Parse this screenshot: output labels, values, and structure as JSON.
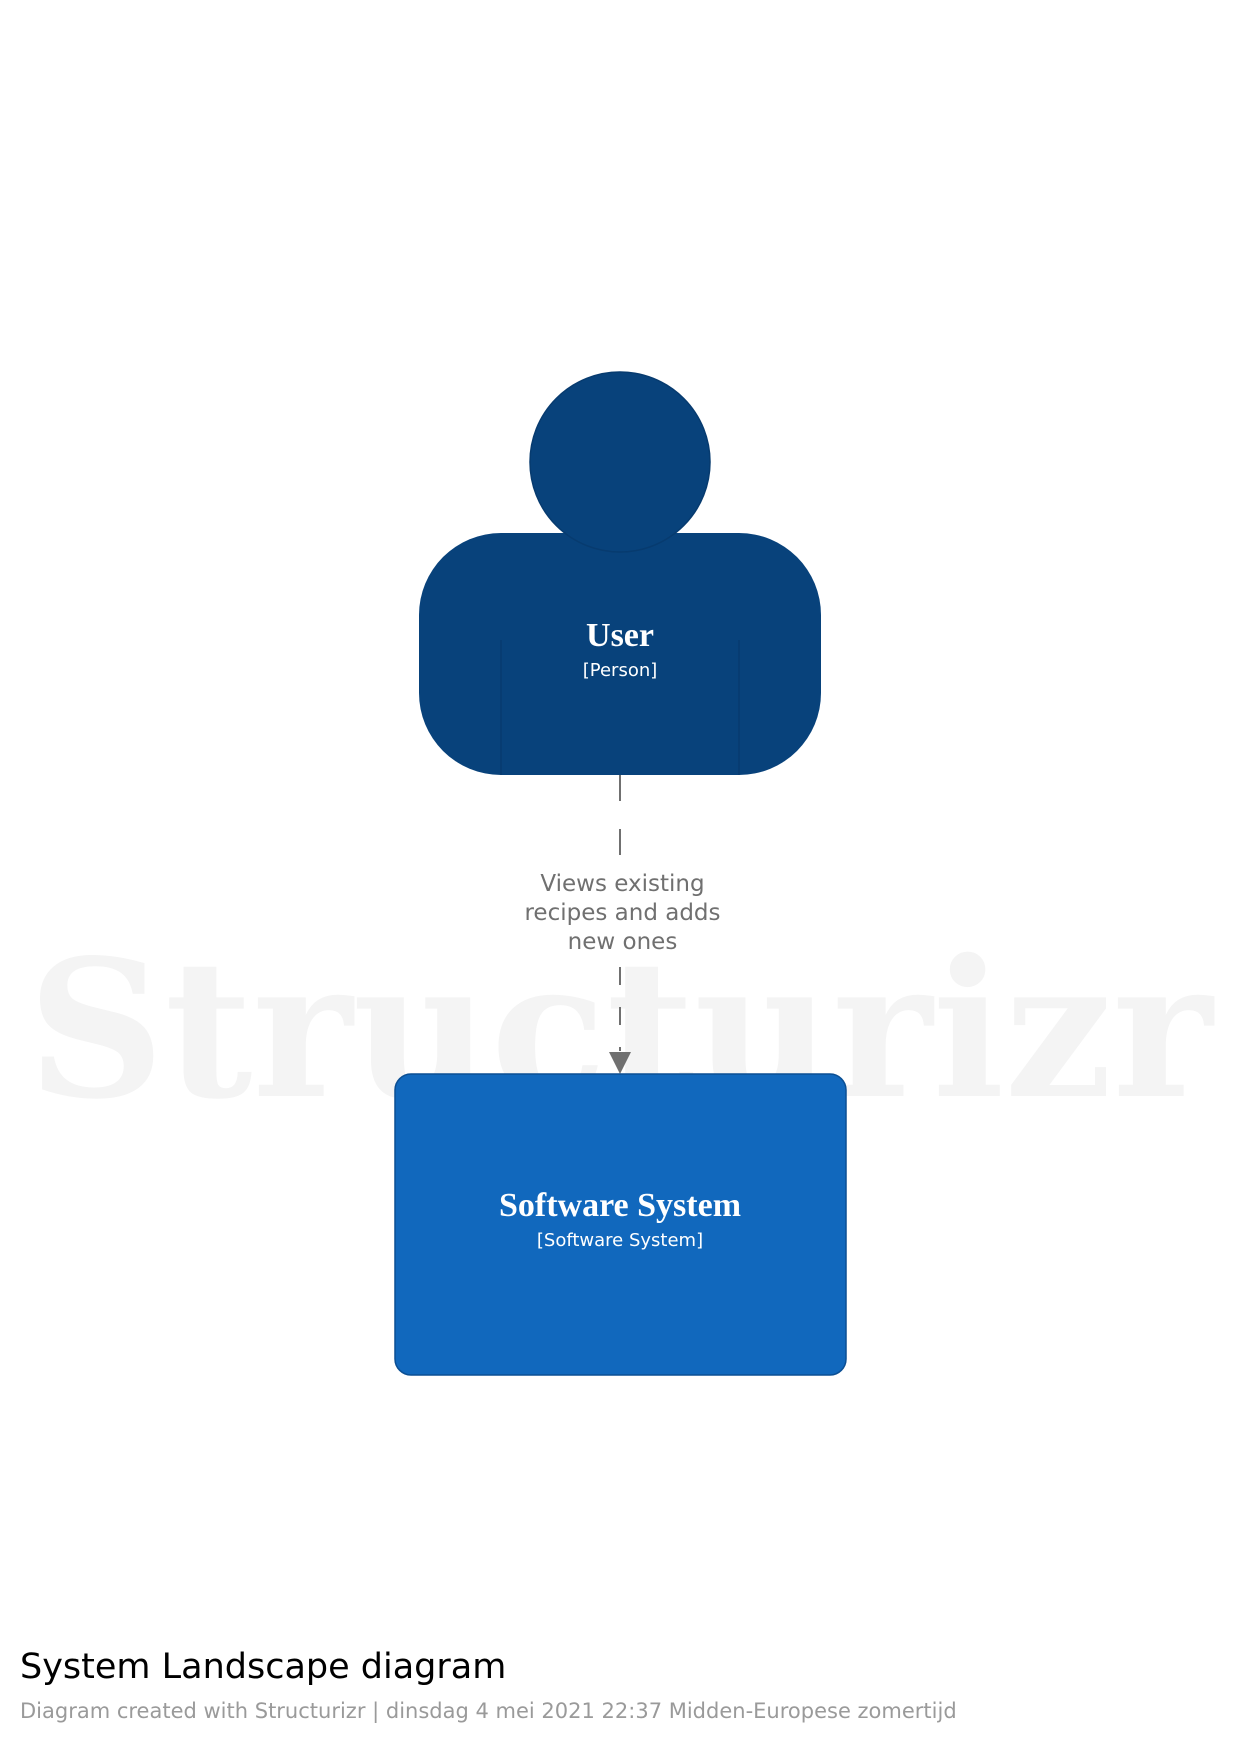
{
  "watermark": "Structurizr",
  "nodes": {
    "user": {
      "name": "User",
      "type": "[Person]",
      "color": "#08427b"
    },
    "software_system": {
      "name": "Software System",
      "type": "[Software System]",
      "color": "#1168bd"
    }
  },
  "relationship": {
    "description": "Views existing recipes and adds new ones",
    "description_lines": [
      "Views existing",
      "recipes and adds",
      "new ones"
    ],
    "color": "#707070",
    "style": "dashed"
  },
  "footer": {
    "title": "System Landscape diagram",
    "subtitle": "Diagram created with Structurizr | dinsdag 4 mei 2021 22:37 Midden-Europese zomertijd"
  }
}
